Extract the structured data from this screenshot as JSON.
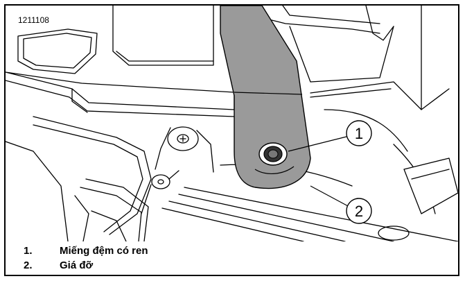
{
  "figure": {
    "id": "1211108",
    "callouts": [
      {
        "number": "1"
      },
      {
        "number": "2"
      }
    ]
  },
  "legend": [
    {
      "number": "1.",
      "text": "Miếng đệm có ren"
    },
    {
      "number": "2.",
      "text": "Giá đỡ"
    }
  ],
  "colors": {
    "line": "#000000",
    "bracket": "#9a9a9a",
    "background": "#ffffff"
  }
}
